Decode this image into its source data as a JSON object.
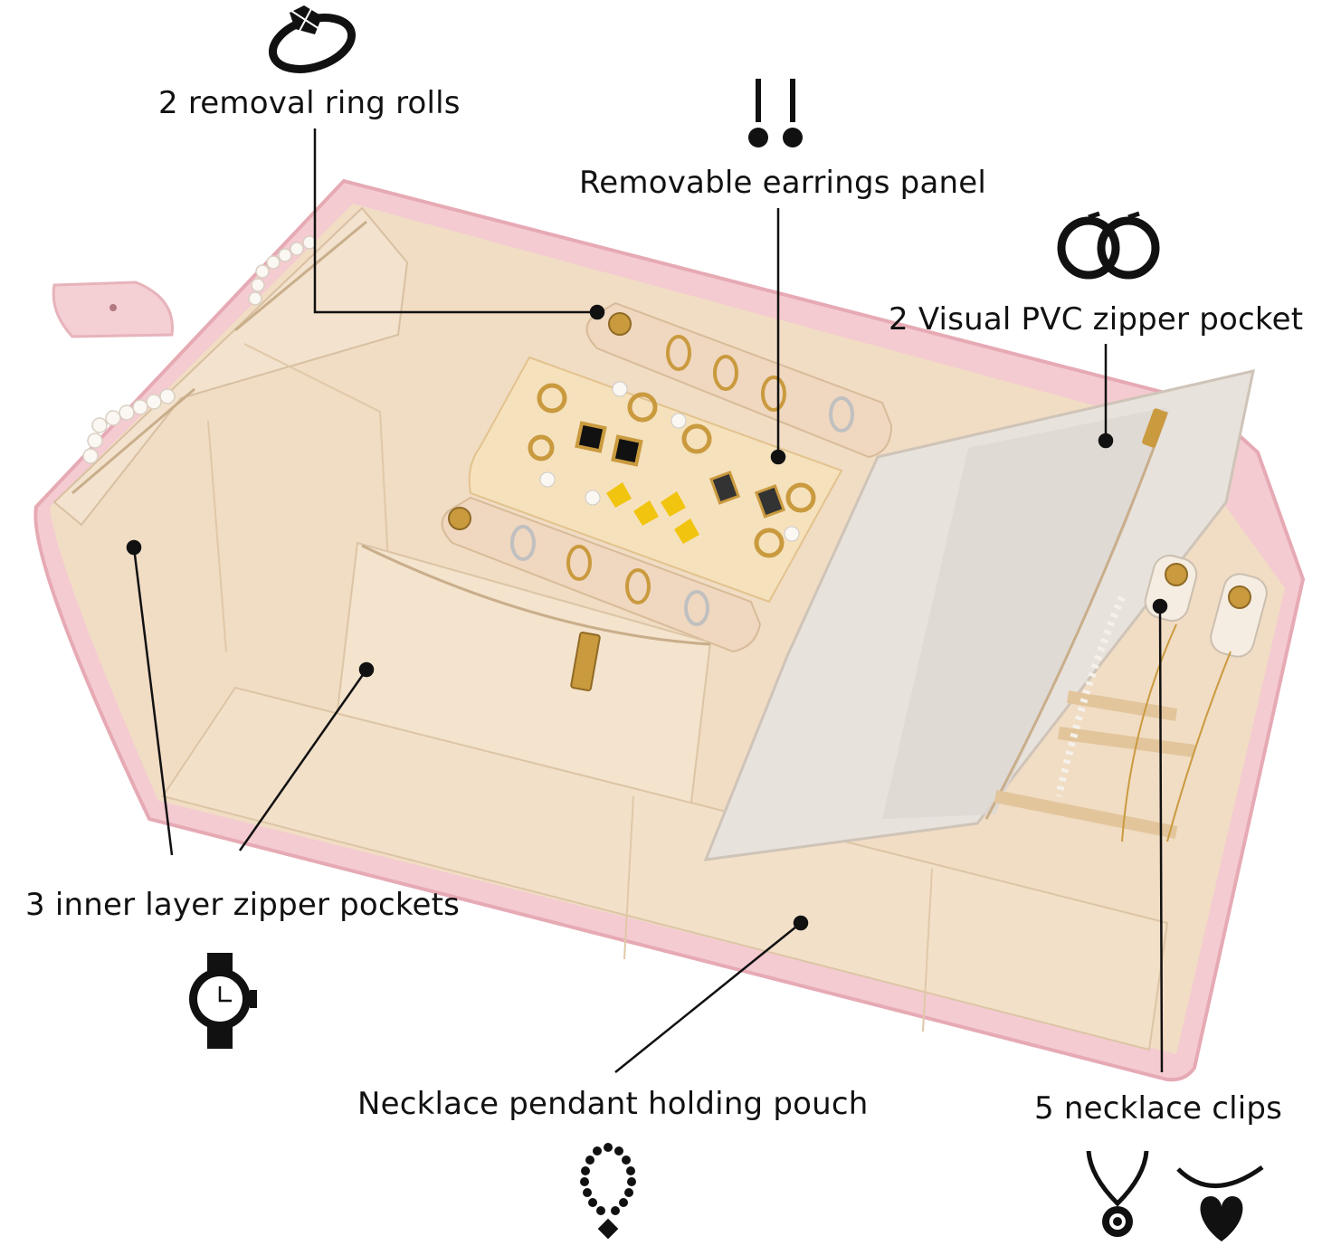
{
  "labels": {
    "ring_rolls": "2 removal ring rolls",
    "earrings_panel": "Removable earrings panel",
    "pvc_pocket": "2 Visual PVC zipper pocket",
    "inner_pockets": "3 inner layer zipper pockets",
    "pendant_pouch": "Necklace pendant holding pouch",
    "necklace_clips": "5 necklace clips"
  },
  "icons": [
    "ring-icon",
    "earrings-icon",
    "hoop-earrings-icon",
    "watch-icon",
    "beaded-necklace-icon",
    "pendant-necklace-icon",
    "heart-necklace-icon"
  ],
  "colors": {
    "case_pink": "#f2c9cf",
    "lining_beige": "#f1ddc6",
    "earring_panel": "#f6e1bd",
    "pvc_clear": "#e9e4df",
    "gold": "#c99a3e"
  }
}
